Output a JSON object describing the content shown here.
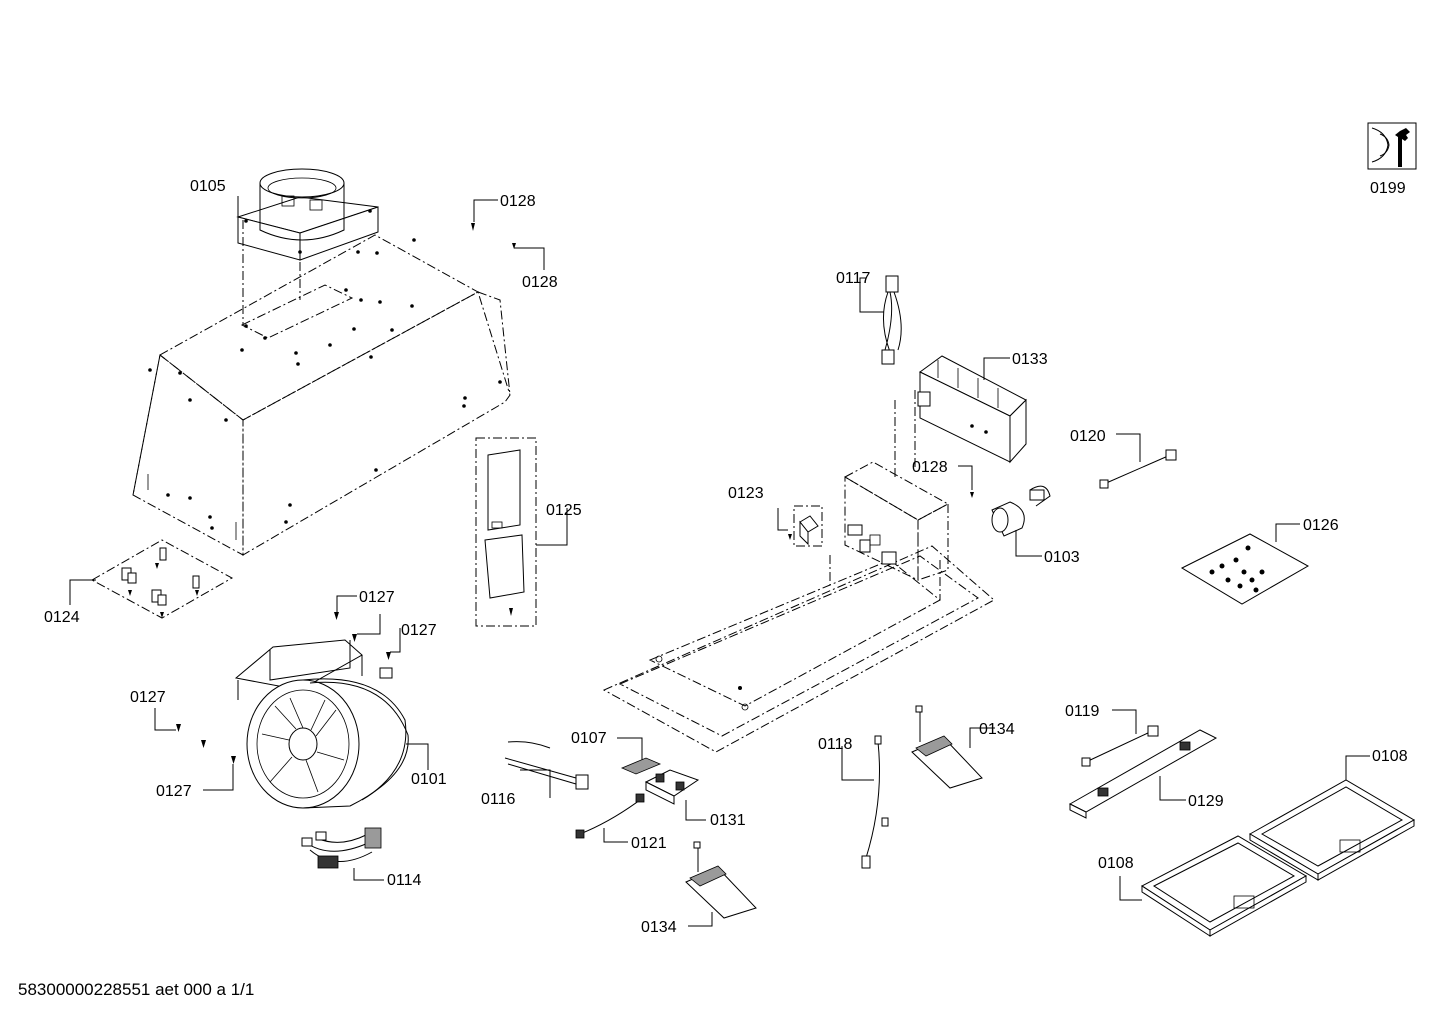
{
  "service_icon": {
    "icon": "service-tool-icon",
    "label": "0199"
  },
  "parts": {
    "p0101": "0101",
    "p0103": "0103",
    "p0105": "0105",
    "p0107": "0107",
    "p0108a": "0108",
    "p0108b": "0108",
    "p0114": "0114",
    "p0116": "0116",
    "p0117": "0117",
    "p0118": "0118",
    "p0119": "0119",
    "p0120": "0120",
    "p0121": "0121",
    "p0123": "0123",
    "p0124": "0124",
    "p0125": "0125",
    "p0126": "0126",
    "p0127a": "0127",
    "p0127b": "0127",
    "p0127c": "0127",
    "p0127d": "0127",
    "p0128a": "0128",
    "p0128b": "0128",
    "p0128c": "0128",
    "p0129": "0129",
    "p0131": "0131",
    "p0133": "0133",
    "p0134a": "0134",
    "p0134b": "0134"
  },
  "footer": "58300000228551 aet 000 a 1/1"
}
